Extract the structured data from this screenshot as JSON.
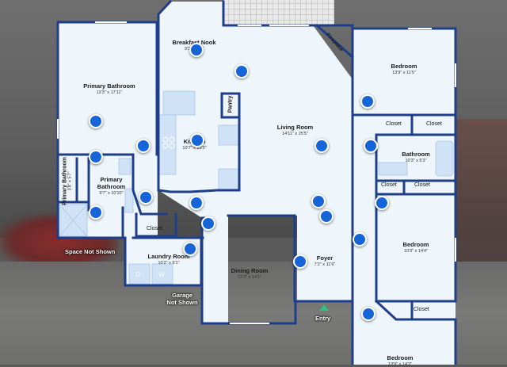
{
  "rooms": {
    "breakfast_nook": {
      "name": "Breakfast Nook",
      "dims": "9'3\" x 9'1\""
    },
    "primary_bathroom": {
      "name": "Primary Bathroom",
      "dims": "13'3\" x 17'11\""
    },
    "primary_bathroom_small": {
      "name": "Primary Bathroom",
      "dims": "3'8\" x 5'7\""
    },
    "primary_bathroom_2": {
      "name": "Primary Bathroom",
      "dims": "9'7\" x 10'10\""
    },
    "kitchen": {
      "name": "Kitchen",
      "dims": "10'7\" x 13'3\""
    },
    "pantry": {
      "name": "Pantry"
    },
    "living_room": {
      "name": "Living Room",
      "dims": "14'11\" x 25'5\""
    },
    "fireplace": {
      "name": "Fireplace"
    },
    "bedroom_top": {
      "name": "Bedroom",
      "dims": "13'9\" x 11'5\""
    },
    "bathroom": {
      "name": "Bathroom",
      "dims": "10'3\" x 5'3\""
    },
    "bedroom_mid": {
      "name": "Bedroom",
      "dims": "10'3\" x 14'4\""
    },
    "bedroom_bottom": {
      "name": "Bedroom",
      "dims": "13'9\" x 14'2\""
    },
    "laundry_room": {
      "name": "Laundry Room",
      "dims": "10'2\" x 9'1\""
    },
    "dining_room": {
      "name": "Dining Room",
      "dims": "12'2\" x 14'1\""
    },
    "foyer": {
      "name": "Foyer",
      "dims": "7'2\" x 11'6\""
    }
  },
  "closets": {
    "c1": "Closet",
    "c2": "Closet",
    "c3": "Closet",
    "c4": "Closet",
    "c5": "Closet",
    "c6": "Closet"
  },
  "appliances": {
    "dryer": "D",
    "washer": "W"
  },
  "outside_labels": {
    "space_not_shown": "Space Not Shown",
    "garage_line1": "Garage",
    "garage_line2": "Not Shown",
    "entry": "Entry"
  },
  "colors": {
    "wall": "#1f3e8a",
    "floor": "#eef5fb",
    "hotspot": "#1565d8",
    "entry_marker": "#2ec27e"
  },
  "hotspot_icon": "camera-hotspot-icon"
}
